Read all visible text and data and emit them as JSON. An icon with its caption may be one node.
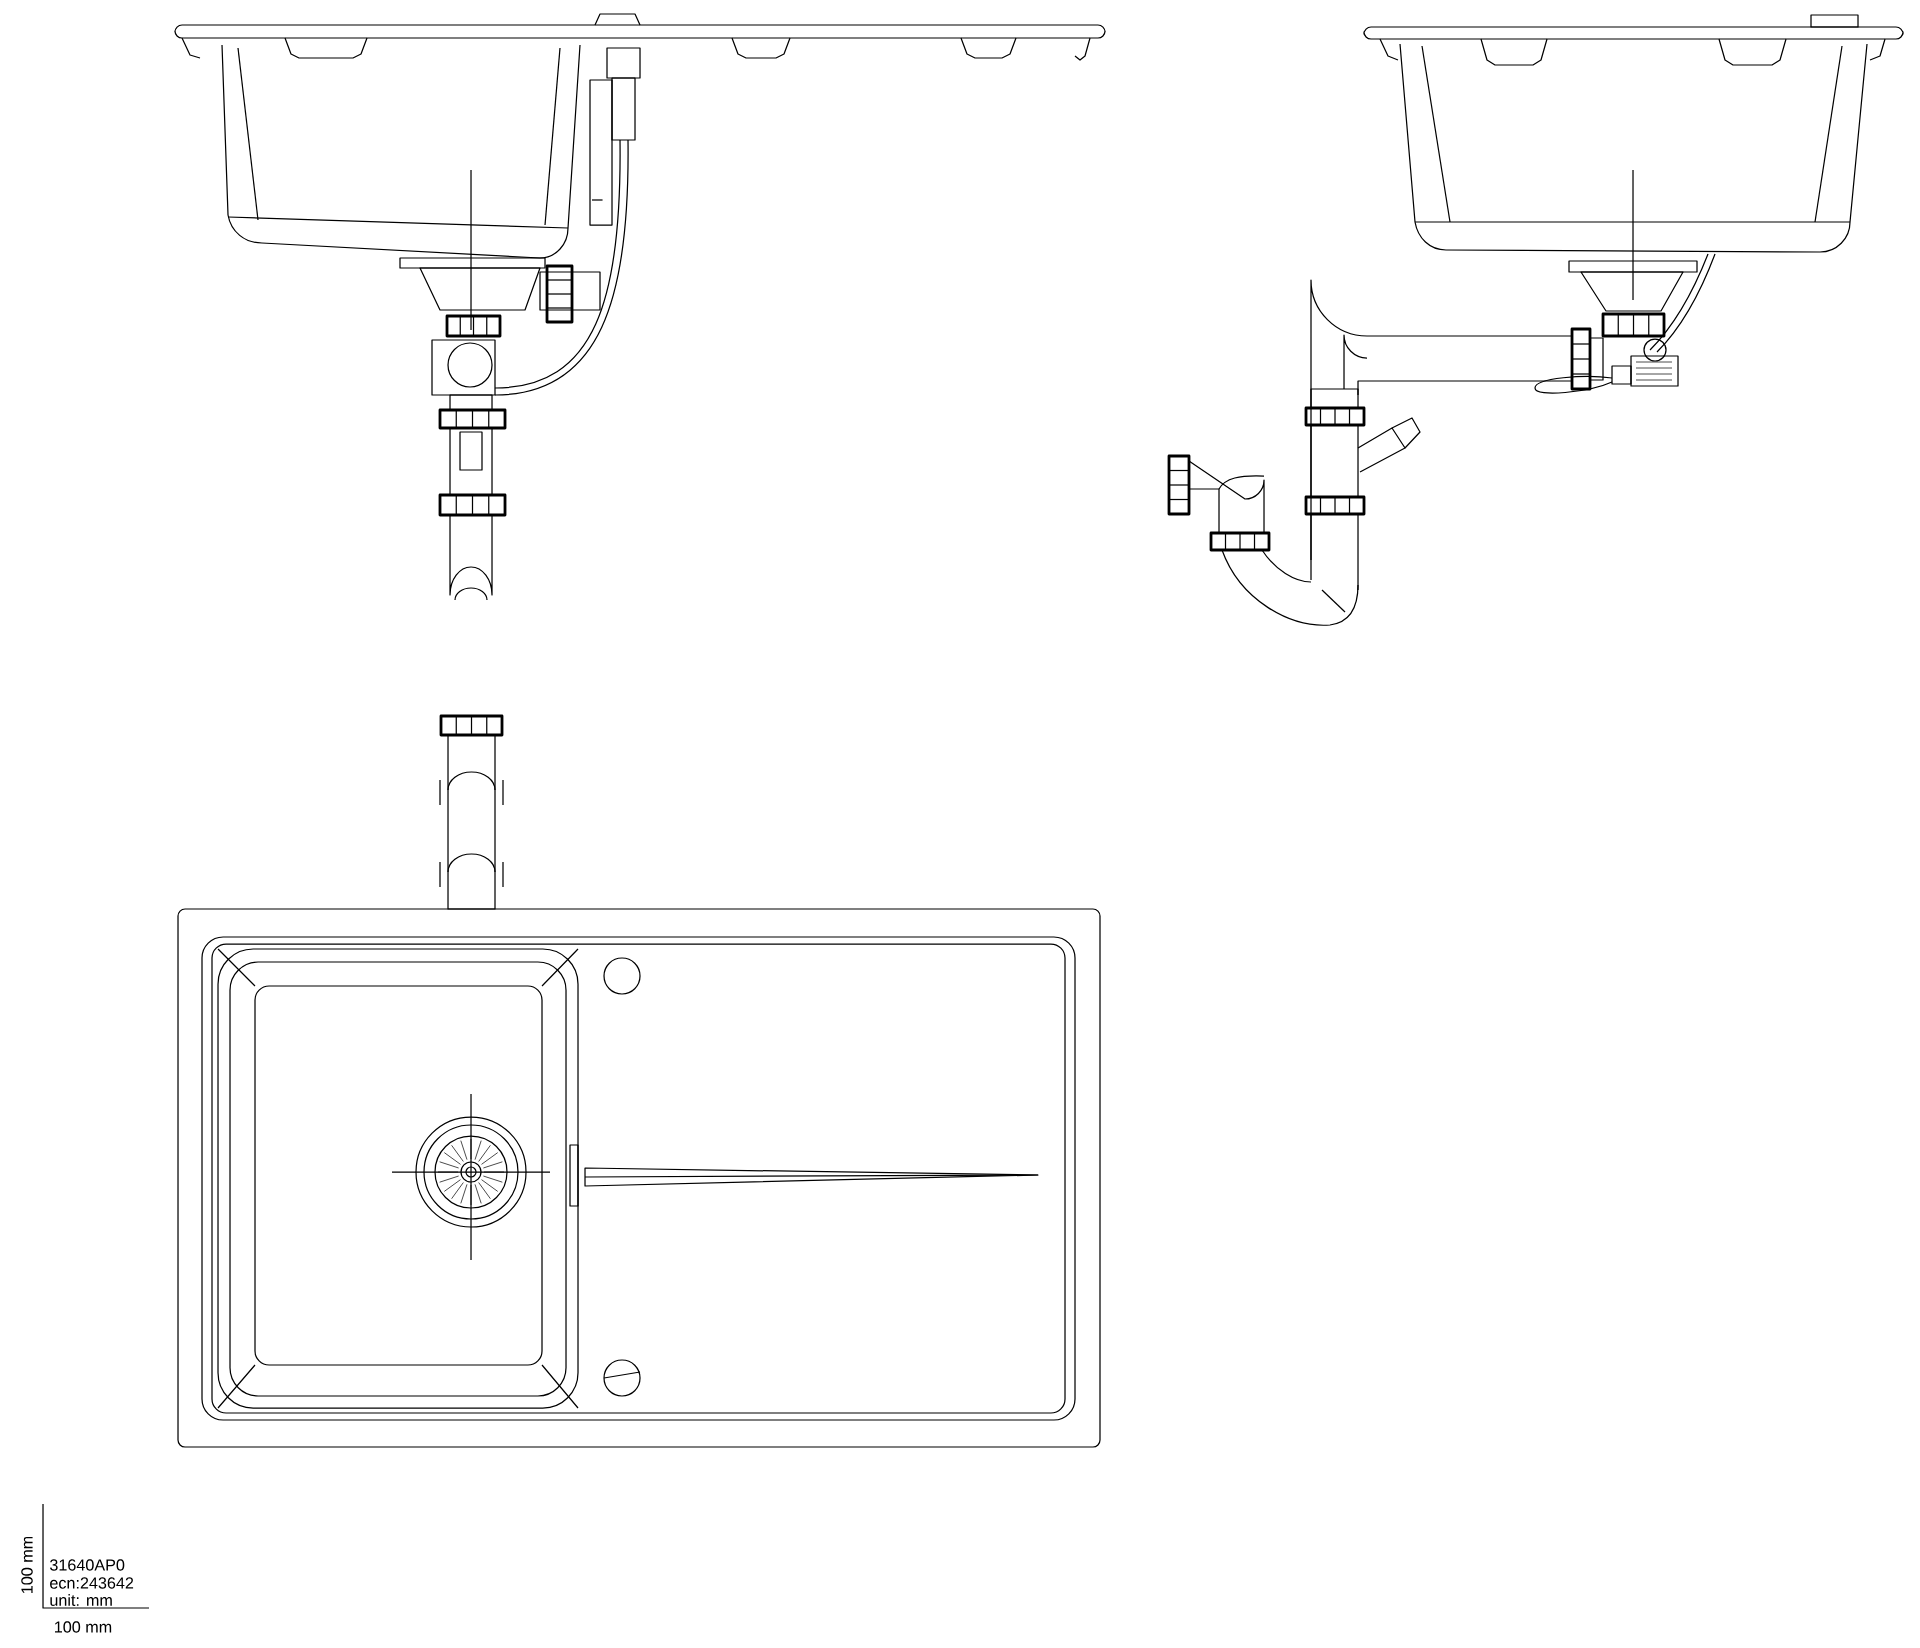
{
  "diagram": {
    "labels": [
      "100 mm",
      "31640AP0",
      "ecn:243642",
      "unit: mm",
      "100 mm"
    ]
  }
}
